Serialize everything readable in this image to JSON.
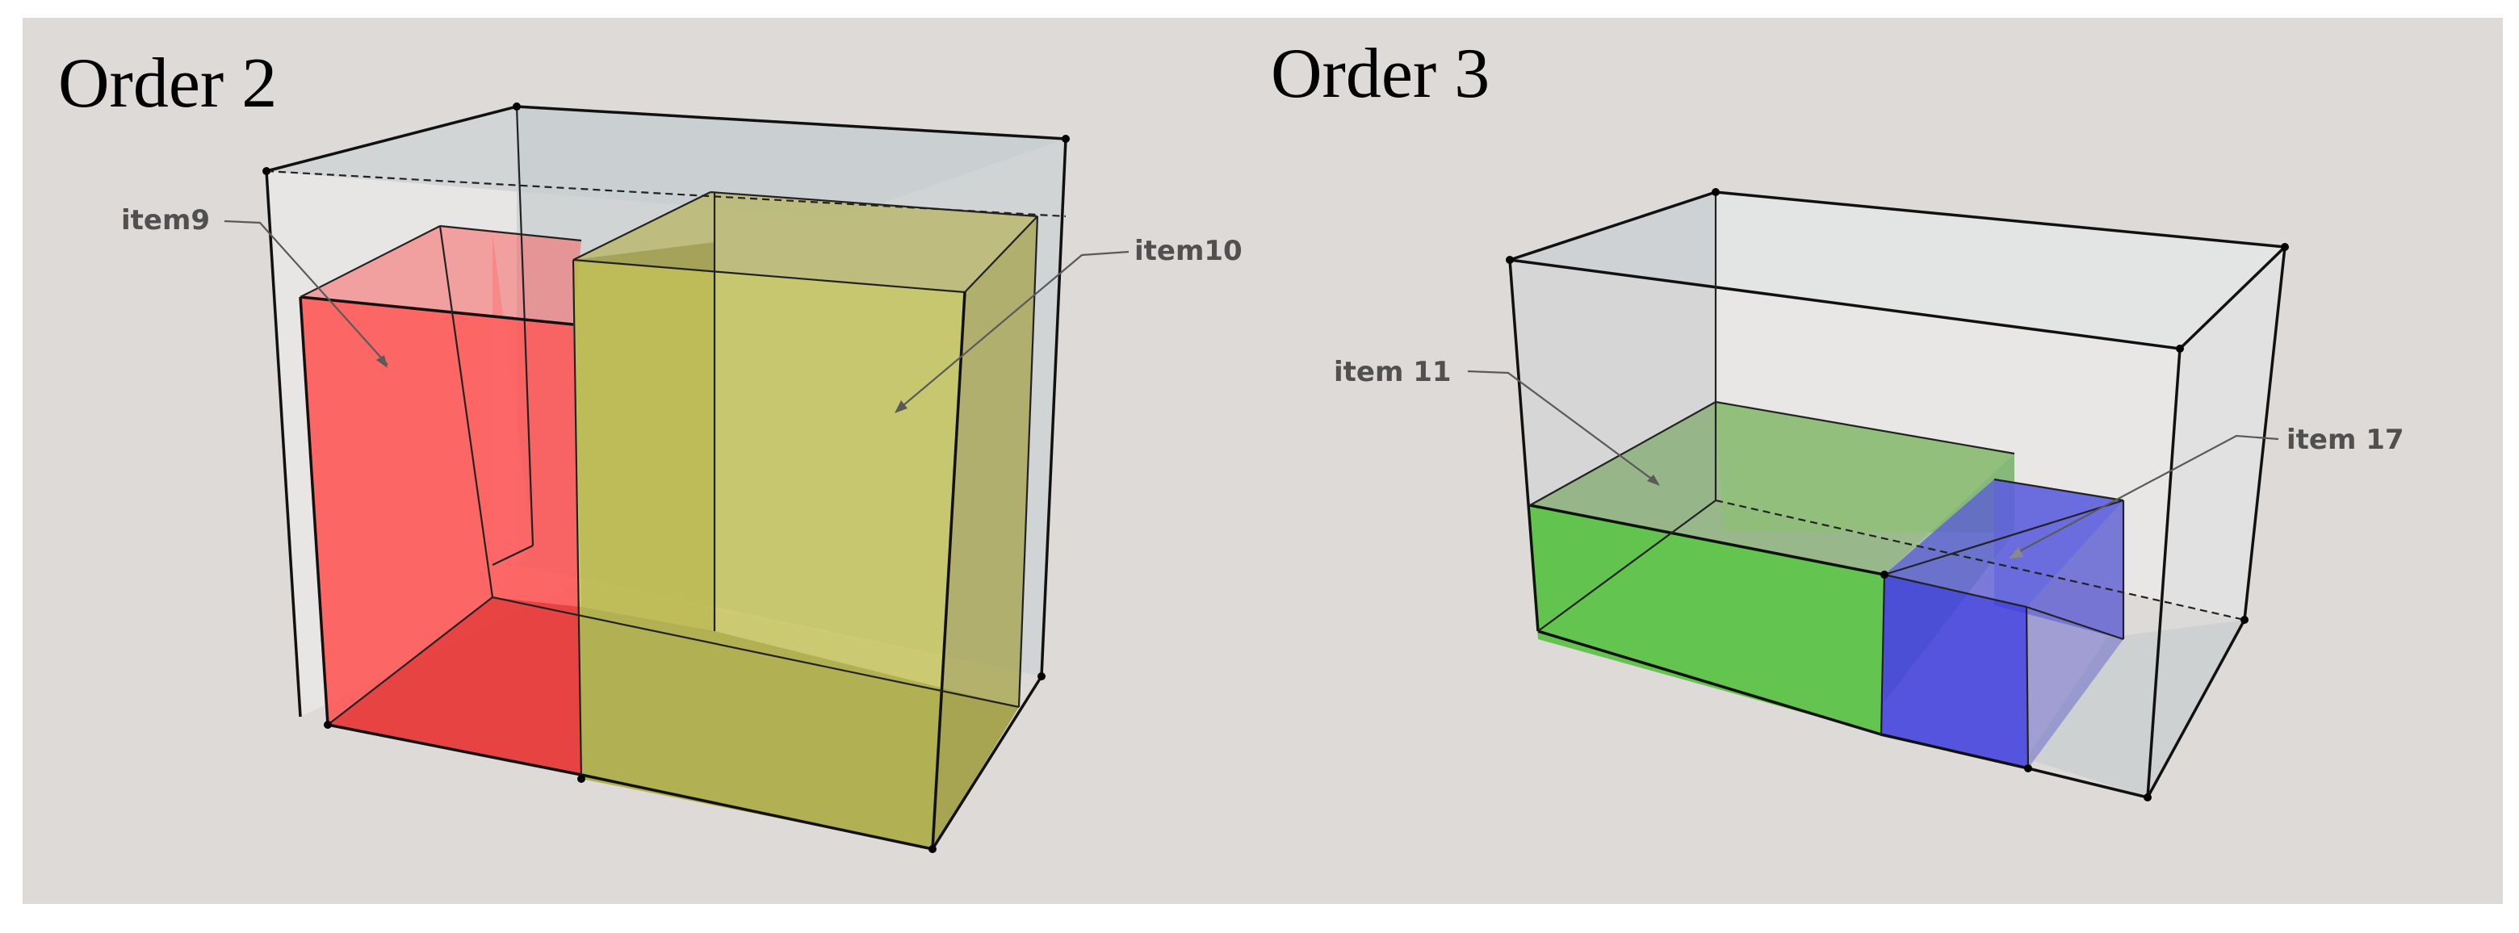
{
  "panels": [
    {
      "title": "Order 2",
      "items": [
        "item9",
        "item10"
      ]
    },
    {
      "title": "Order 3",
      "items": [
        "item 11",
        "item 17"
      ]
    }
  ],
  "colors": {
    "background": "#dedad7",
    "item9": "#ff4a4a",
    "item10": "#c4c24a",
    "item11": "#52c23c",
    "item17": "#3c3ce0",
    "container": "#c6cdd0"
  }
}
